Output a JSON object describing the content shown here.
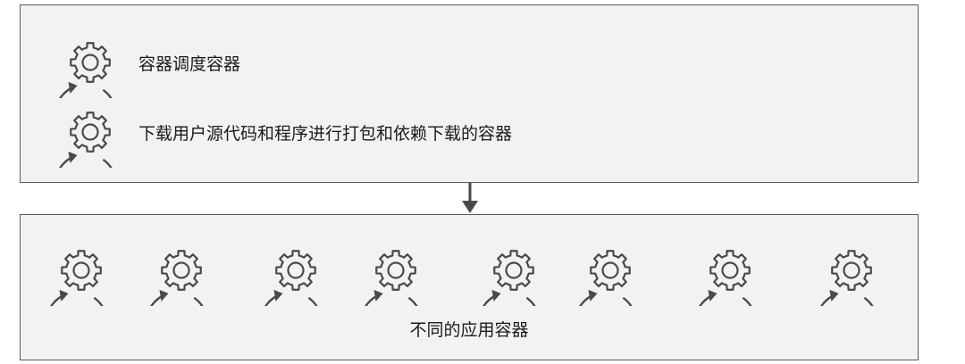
{
  "top": {
    "items": [
      {
        "label": "容器调度容器",
        "icon": "rotating-gear-icon"
      },
      {
        "label": "下载用户源代码和程序进行打包和依赖下载的容器",
        "icon": "rotating-gear-icon"
      }
    ]
  },
  "connector": {
    "icon": "down-arrow-icon"
  },
  "bottom": {
    "label": "不同的应用容器",
    "icon": "rotating-gear-icon",
    "count": 8
  },
  "colors": {
    "panel_fill": "#f2f2f2",
    "border": "#5a5a5a",
    "stroke": "#4a4a4a",
    "text": "#1a1a1a"
  }
}
